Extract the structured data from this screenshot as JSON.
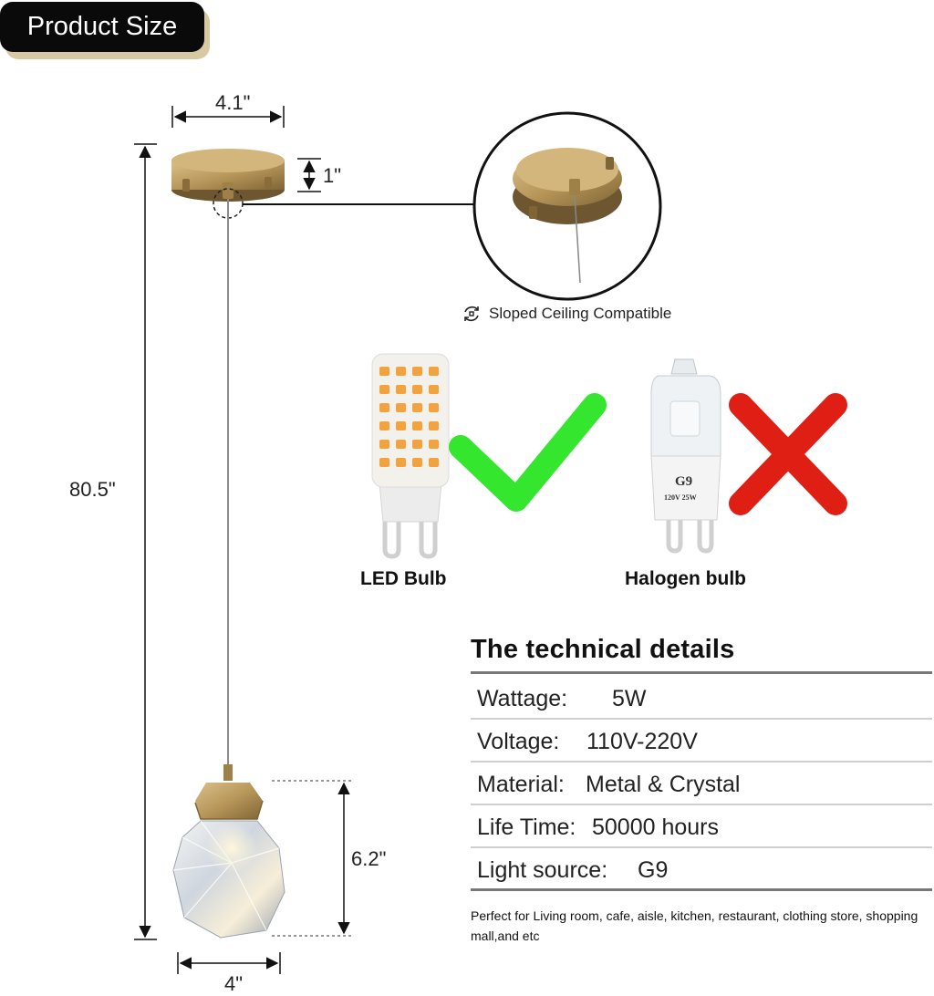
{
  "header": {
    "tag_label": "Product Size"
  },
  "dimensions": {
    "canopy_width": "4.1\"",
    "canopy_height": "1\"",
    "overall_height": "80.5\"",
    "shade_height": "6.2\"",
    "shade_width": "4\""
  },
  "feature": {
    "sloped_ceiling": "Sloped Ceiling Compatible"
  },
  "bulbs": {
    "led_label": "LED Bulb",
    "halogen_label": "Halogen bulb",
    "halogen_print_1": "G9",
    "halogen_print_2": "120V 25W"
  },
  "tech": {
    "title": "The technical details",
    "rows": [
      {
        "key": "Wattage:",
        "value": "5W"
      },
      {
        "key": "Voltage:",
        "value": "110V-220V"
      },
      {
        "key": "Material:",
        "value": "Metal & Crystal"
      },
      {
        "key": "Life Time:",
        "value": "50000 hours"
      },
      {
        "key": "Light source:",
        "value": "G9"
      }
    ],
    "note": "Perfect for Living room, cafe, aisle, kitchen, restaurant, clothing store, shopping mall,and etc"
  },
  "colors": {
    "brass": "#b8975a",
    "check_green": "#35e62f",
    "cross_red": "#df1e14",
    "tag_bg": "#0a0a0a"
  }
}
